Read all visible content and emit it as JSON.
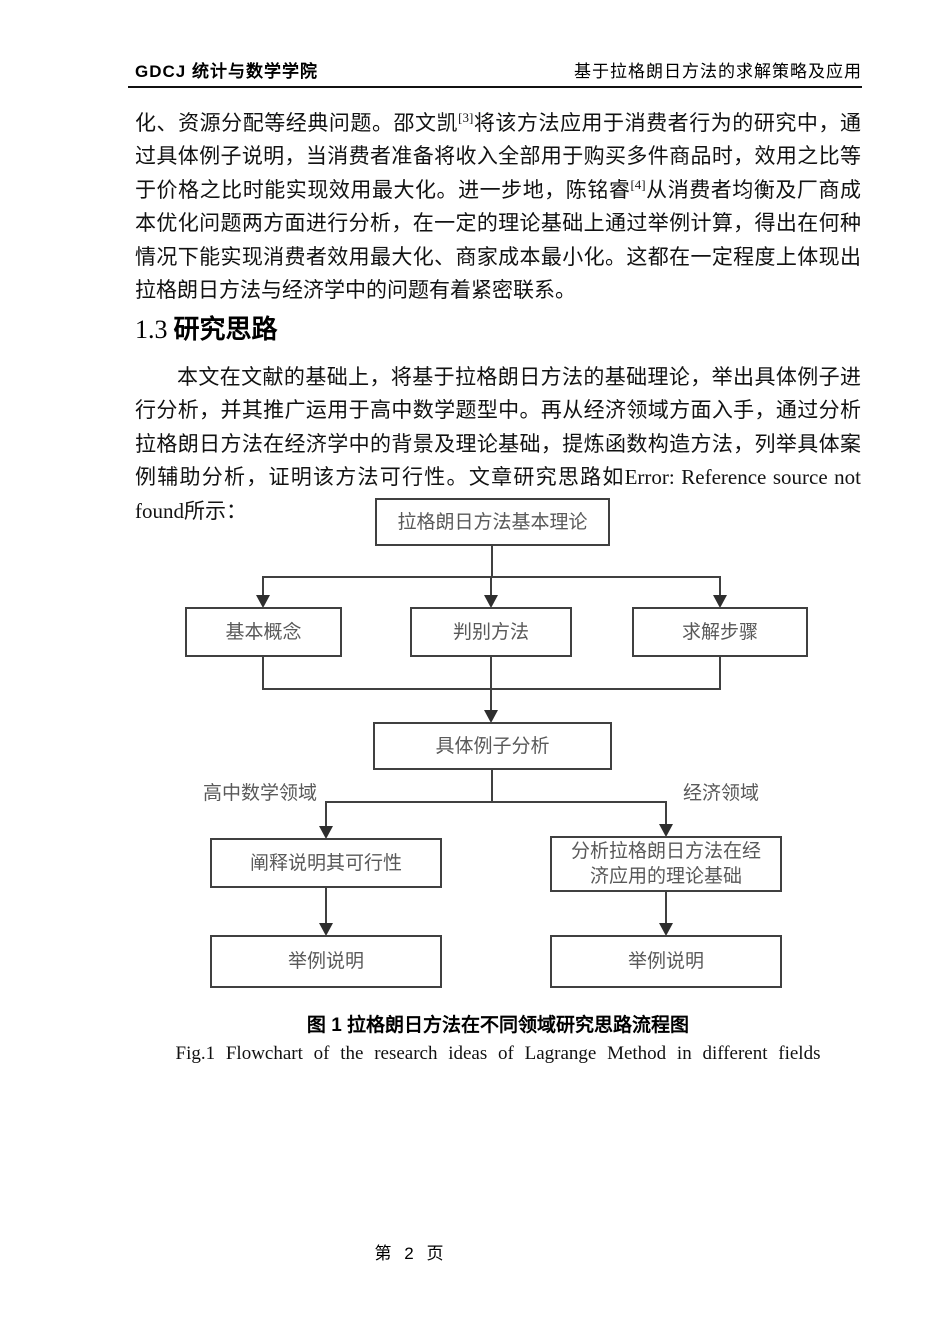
{
  "header": {
    "left": "GDCJ 统计与数学学院",
    "right": "基于拉格朗日方法的求解策略及应用"
  },
  "paragraph1": {
    "run1": "化、资源分配等经典问题。邵文凯",
    "ref1": "[3]",
    "run2": "将该方法应用于消费者行为的研究中，通过具体例子说明，当消费者准备将收入全部用于购买多件商品时，效用之比等于价格之比时能实现效用最大化。进一步地，陈铭睿",
    "ref2": "[4]",
    "run3": "从消费者均衡及厂商成本优化问题两方面进行分析，在一定的理论基础上通过举例计算，得出在何种情况下能实现消费者效用最大化、商家成本最小化。这都在一定程度上体现出拉格朗日方法与经济学中的问题有着紧密联系。"
  },
  "section": {
    "number": "1.3",
    "title": "研究思路"
  },
  "paragraph2": {
    "run1": "本文在文献的基础上，将基于拉格朗日方法的基础理论，举出具体例子进行分析，并其推广运用于高中数学题型中。再从经济领域方面入手，通过分析拉格朗日方法在经济学中的背景及理论基础，提炼函数构造方法，列举具体案例辅助分析，证明该方法可行性。文章研究思路如",
    "error_text": "Error: Reference source not found",
    "run2": "所示："
  },
  "flowchart": {
    "nodes": {
      "root": "拉格朗日方法基本理论",
      "concept": "基本概念",
      "method": "判别方法",
      "steps": "求解步骤",
      "example": "具体例子分析",
      "math_branch": "阐释说明其可行性",
      "econ_branch": "分析拉格朗日方法在经济应用的理论基础",
      "math_example": "举例说明",
      "econ_example": "举例说明"
    },
    "labels": {
      "left": "高中数学领域",
      "right": "经济领域"
    },
    "colors": {
      "line": "#404040",
      "border": "#404040",
      "node_text": "#595959"
    }
  },
  "caption": {
    "zh": "图 1 拉格朗日方法在不同领域研究思路流程图",
    "en": "Fig.1 Flowchart of the research ideas of Lagrange Method in different fields"
  },
  "footer": {
    "page_label": "第 2 页"
  }
}
